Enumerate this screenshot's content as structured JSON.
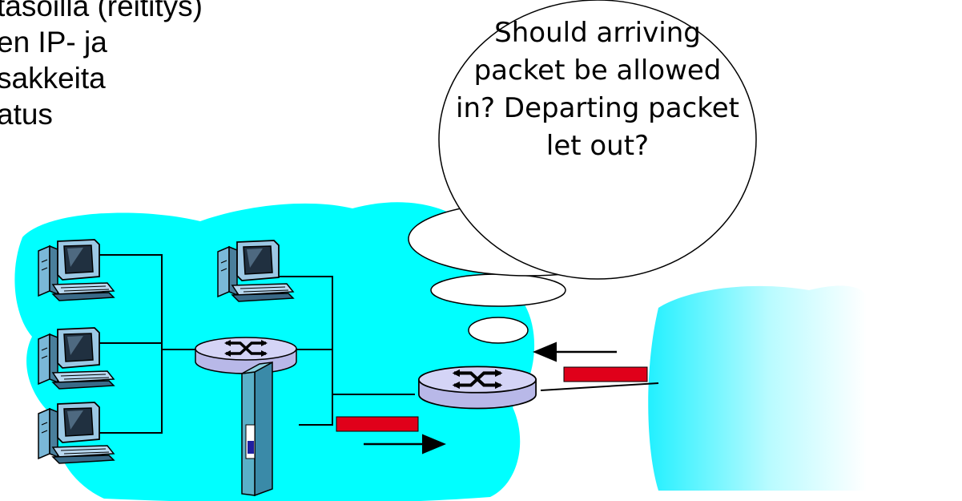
{
  "bullet_text": {
    "line1": "tasoilla (reititys)",
    "line2": "en IP- ja",
    "line3": "sakkeita",
    "line4": "atus"
  },
  "thought_bubble": {
    "line1": "Should arriving",
    "line2": "packet be allowed",
    "line3": "in? Departing packet",
    "line4": "let out?"
  },
  "colors": {
    "internal_network": "#00ffff",
    "external_network_edge": "#22f0ff",
    "packet": "#e0001a",
    "router_body": "#c8c8f0",
    "router_top": "#dcdcf8"
  },
  "icons": {
    "host": "desktop-computer-icon",
    "router": "router-icon",
    "firewall": "firewall-server-icon",
    "packet": "packet-icon",
    "arrow": "arrow-icon"
  }
}
